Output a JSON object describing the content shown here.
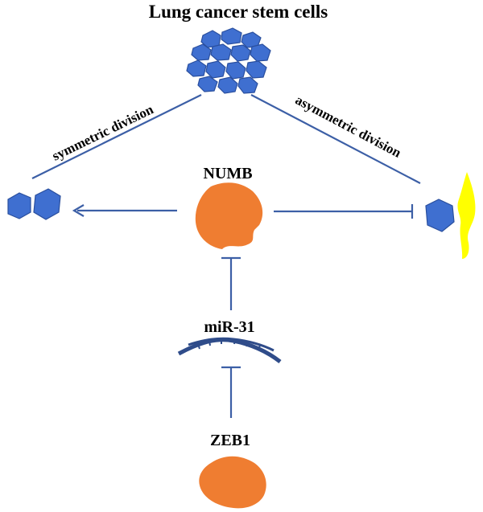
{
  "diagram": {
    "title": "Lung cancer stem cells",
    "nodes": {
      "numb": "NUMB",
      "mir31": "miR-31",
      "zeb1": "ZEB1"
    },
    "edges": {
      "symmetric": "symmetric division",
      "asymmetric": "asymmetric division"
    }
  },
  "colors": {
    "cell_blue": "#3f6fd0",
    "protein_orange": "#ef7d31",
    "differentiated_yellow": "#ffff00",
    "edge_blue": "#3c5fa6"
  },
  "icons": {
    "stem_cell_cluster": "cell-cluster-icon",
    "protein": "protein-blob-icon",
    "mirna": "mirna-strand-icon"
  }
}
